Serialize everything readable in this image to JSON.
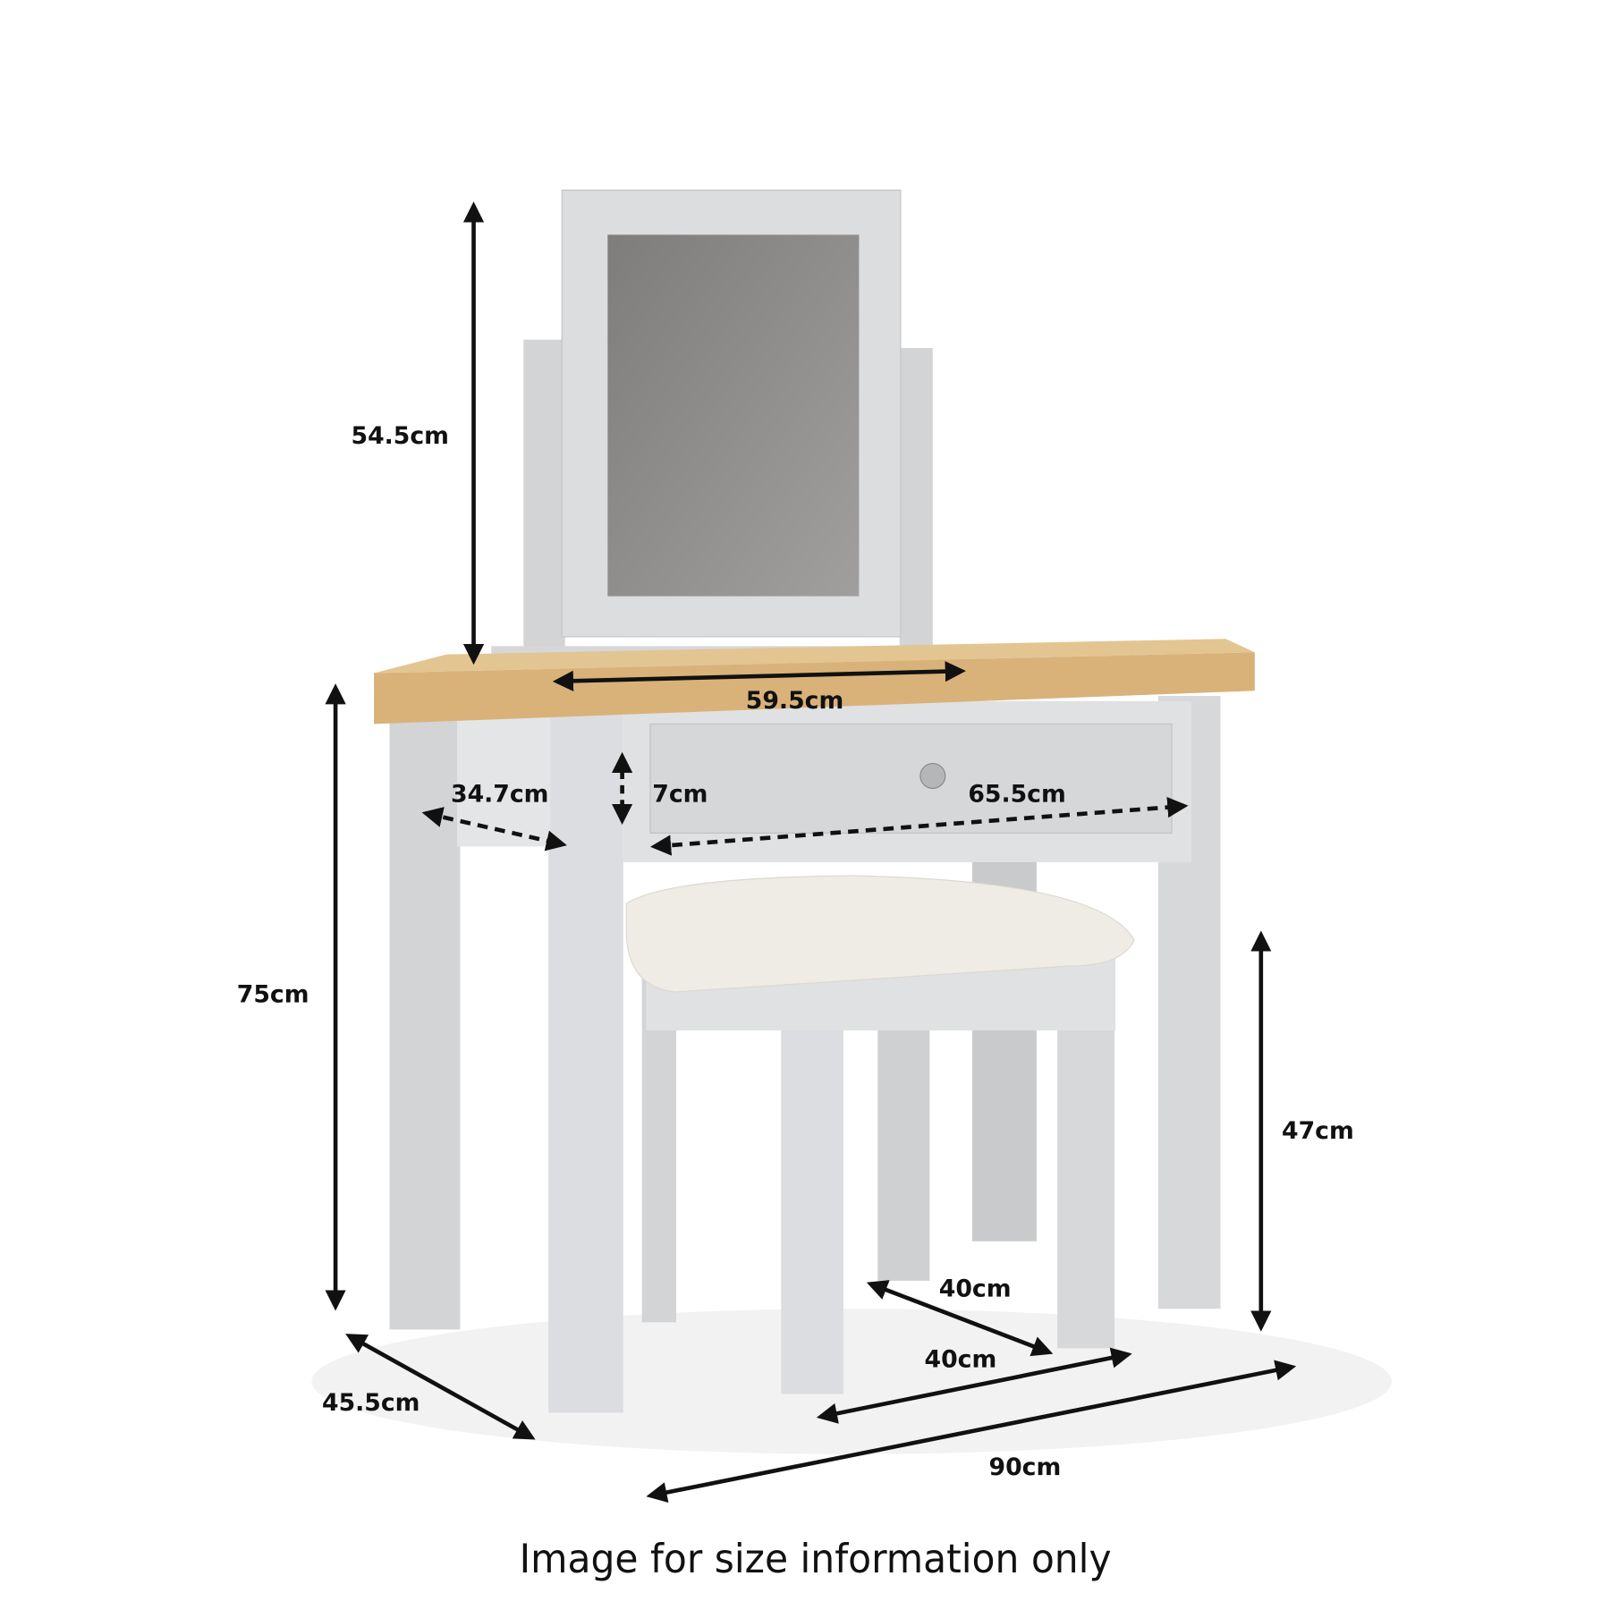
{
  "caption": "Image for size information only",
  "dimensions": {
    "mirror_height": "54.5cm",
    "mirror_base_width": "59.5cm",
    "table_height": "75cm",
    "leg_gap_depth": "34.7cm",
    "drawer_height": "7cm",
    "drawer_width": "65.5cm",
    "table_depth": "45.5cm",
    "table_width": "90cm",
    "stool_height": "47cm",
    "stool_depth": "40cm",
    "stool_width": "40cm"
  },
  "colors": {
    "paint": "#d9dadc",
    "oak": "#d9b27a",
    "mirror": "#8d8b8a",
    "cushion": "#efece6",
    "arrow": "#111111"
  }
}
